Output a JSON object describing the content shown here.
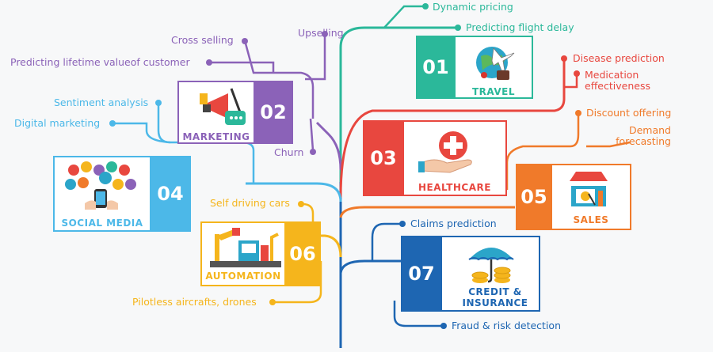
{
  "colors": {
    "travel": "#2bb89a",
    "marketing": "#8b62b8",
    "healthcare": "#e8473f",
    "social": "#4cb8e8",
    "sales": "#f07a2a",
    "automation": "#f5b51c",
    "credit": "#1e66b2"
  },
  "categories": {
    "travel": {
      "num": "01",
      "name": "TRAVEL",
      "icon": "airplane-globe-icon",
      "items": [
        "Dynamic pricing",
        "Predicting flight delay"
      ]
    },
    "marketing": {
      "num": "02",
      "name": "MARKETING",
      "icon": "megaphone-icon",
      "items": [
        "Cross selling",
        "Upselling",
        "Predicting lifetime valueof customer",
        "Churn"
      ]
    },
    "healthcare": {
      "num": "03",
      "name": "HEALTHCARE",
      "icon": "medical-cross-hand-icon",
      "items": [
        "Disease prediction",
        "Medication effectiveness"
      ]
    },
    "social": {
      "num": "04",
      "name": "SOCIAL MEDIA",
      "icon": "people-network-icon",
      "items": [
        "Sentiment analysis",
        "Digital marketing"
      ]
    },
    "sales": {
      "num": "05",
      "name": "SALES",
      "icon": "shop-icon",
      "items": [
        "Discount offering",
        "Demand forecasting"
      ]
    },
    "automation": {
      "num": "06",
      "name": "AUTOMATION",
      "icon": "robot-arm-icon",
      "items": [
        "Self driving cars",
        "Pilotless aircrafts, drones"
      ]
    },
    "credit": {
      "num": "07",
      "name": "CREDIT & INSURANCE",
      "icon": "umbrella-coins-icon",
      "items": [
        "Claims prediction",
        "Fraud & risk detection"
      ]
    }
  }
}
